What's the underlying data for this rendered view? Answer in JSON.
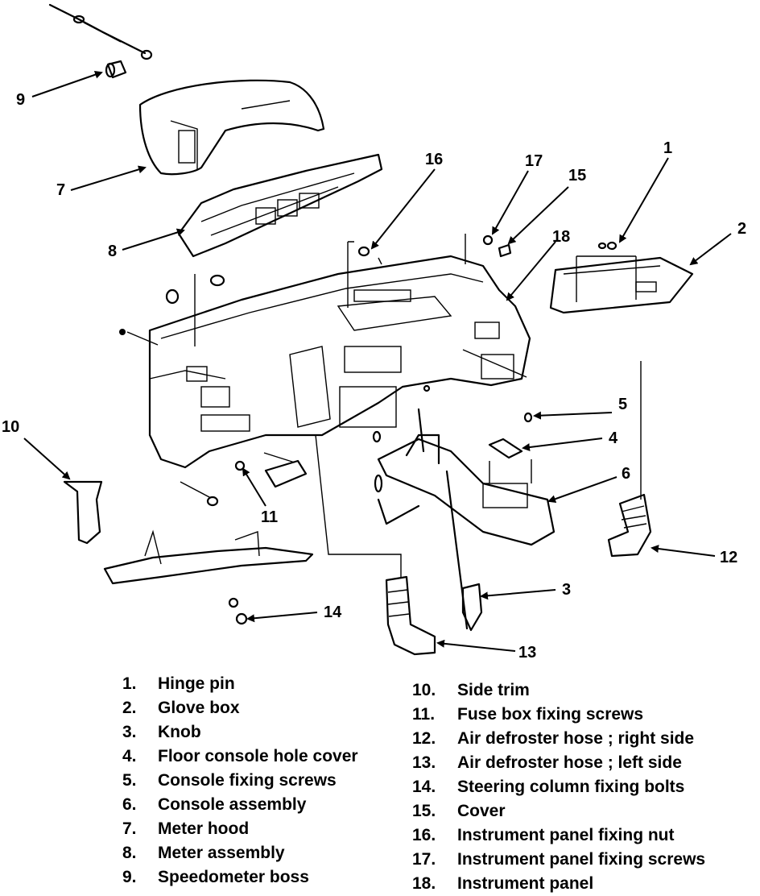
{
  "callouts": [
    {
      "id": "1",
      "label": "1"
    },
    {
      "id": "2",
      "label": "2"
    },
    {
      "id": "3",
      "label": "3"
    },
    {
      "id": "4",
      "label": "4"
    },
    {
      "id": "5",
      "label": "5"
    },
    {
      "id": "6",
      "label": "6"
    },
    {
      "id": "7",
      "label": "7"
    },
    {
      "id": "8",
      "label": "8"
    },
    {
      "id": "9",
      "label": "9"
    },
    {
      "id": "10",
      "label": "10"
    },
    {
      "id": "11",
      "label": "11"
    },
    {
      "id": "12",
      "label": "12"
    },
    {
      "id": "13",
      "label": "13"
    },
    {
      "id": "14",
      "label": "14"
    },
    {
      "id": "15",
      "label": "15"
    },
    {
      "id": "16",
      "label": "16"
    },
    {
      "id": "17",
      "label": "17"
    },
    {
      "id": "18",
      "label": "18"
    }
  ],
  "legend_left": [
    {
      "num": "1.",
      "text": "Hinge pin"
    },
    {
      "num": "2.",
      "text": "Glove box"
    },
    {
      "num": "3.",
      "text": "Knob"
    },
    {
      "num": "4.",
      "text": "Floor console hole cover"
    },
    {
      "num": "5.",
      "text": "Console fixing screws"
    },
    {
      "num": "6.",
      "text": "Console assembly"
    },
    {
      "num": "7.",
      "text": "Meter hood"
    },
    {
      "num": "8.",
      "text": "Meter assembly"
    },
    {
      "num": "9.",
      "text": "Speedometer boss"
    }
  ],
  "legend_right": [
    {
      "num": "10.",
      "text": "Side trim"
    },
    {
      "num": "11.",
      "text": "Fuse box fixing screws"
    },
    {
      "num": "12.",
      "text": "Air defroster hose ; right side"
    },
    {
      "num": "13.",
      "text": "Air defroster hose ; left side"
    },
    {
      "num": "14.",
      "text": "Steering column fixing bolts"
    },
    {
      "num": "15.",
      "text": "Cover"
    },
    {
      "num": "16.",
      "text": "Instrument panel fixing nut"
    },
    {
      "num": "17.",
      "text": "Instrument panel fixing screws"
    },
    {
      "num": "18.",
      "text": "Instrument panel"
    }
  ]
}
